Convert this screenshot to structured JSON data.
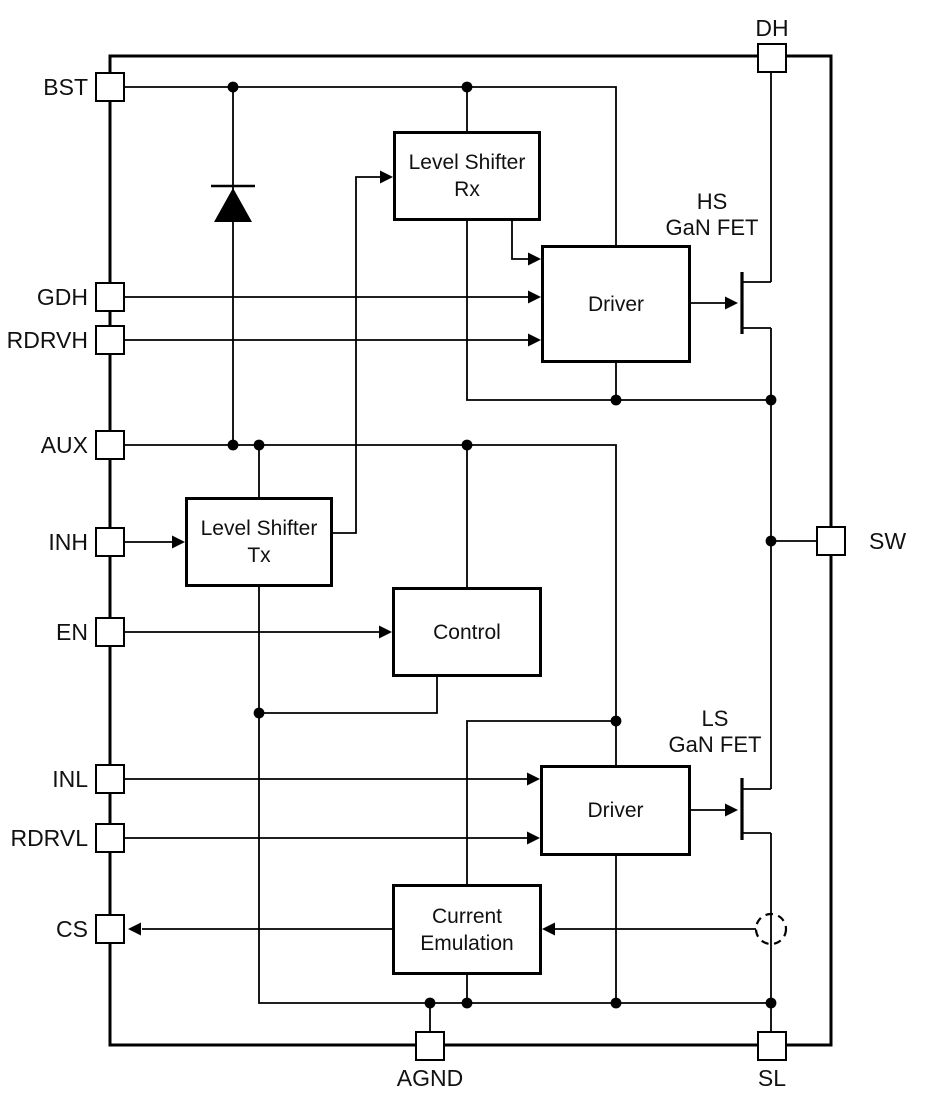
{
  "diagram": {
    "background": "#ffffff",
    "line_color": "#000000",
    "text_color": "#111111",
    "pins": {
      "bst": "BST",
      "gdh": "GDH",
      "rdrvh": "RDRVH",
      "aux": "AUX",
      "inh": "INH",
      "en": "EN",
      "inl": "INL",
      "rdrvl": "RDRVL",
      "cs": "CS",
      "dh": "DH",
      "sw": "SW",
      "agnd": "AGND",
      "sl": "SL"
    },
    "blocks": {
      "level_shifter_rx": {
        "line1": "Level Shifter",
        "line2": "Rx"
      },
      "driver_hs": {
        "label": "Driver"
      },
      "level_shifter_tx": {
        "line1": "Level Shifter",
        "line2": "Tx"
      },
      "control": {
        "label": "Control"
      },
      "driver_ls": {
        "label": "Driver"
      },
      "current_emulation": {
        "line1": "Current",
        "line2": "Emulation"
      }
    },
    "annotations": {
      "hs_fet": {
        "line1": "HS",
        "line2": "GaN FET"
      },
      "ls_fet": {
        "line1": "LS",
        "line2": "GaN FET"
      }
    }
  }
}
